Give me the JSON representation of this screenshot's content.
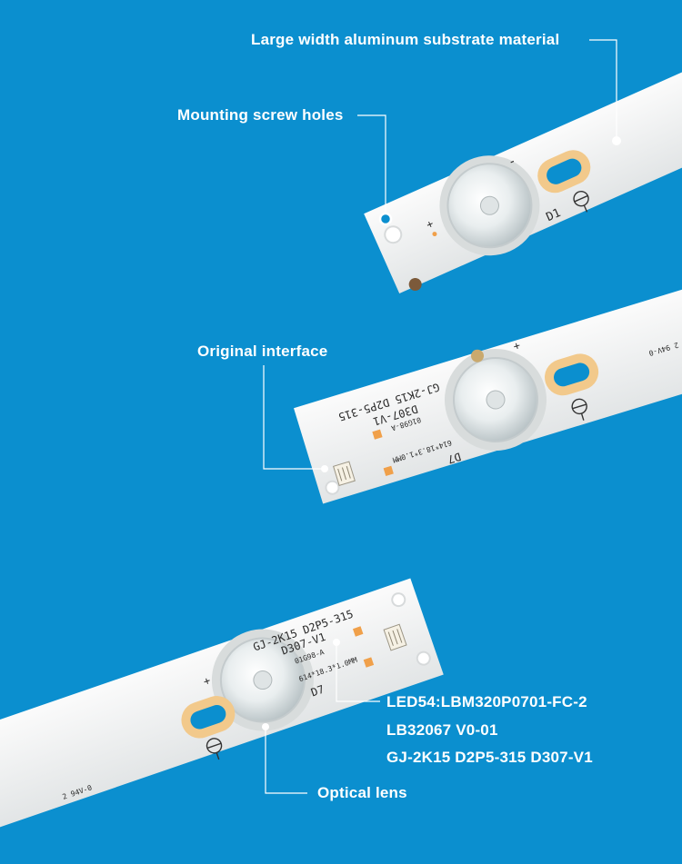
{
  "colors": {
    "background": "#0b8fcf",
    "strip": "#f4f5f5",
    "callout_line": "#ffffff",
    "solder_pad": "#f0a04a",
    "screw_hole": "#0b8fcf"
  },
  "callouts": {
    "substrate": "Large width aluminum substrate material",
    "screw_holes": "Mounting screw holes",
    "interface": "Original interface",
    "model_line1": "LED54:LBM320P0701-FC-2",
    "model_line2": "LB32067 V0-01",
    "model_line3": "GJ-2K15 D2P5-315 D307-V1",
    "lens": "Optical lens"
  },
  "strip_markings": {
    "strip1_led": "D1",
    "strip1_minus": "-",
    "strip1_plus": "+",
    "strip2_led": "D7",
    "strip2_model_a": "GJ-2K15 D2P5-315",
    "strip2_model_b": "D307-V1",
    "strip2_code": "01G98-A",
    "strip2_size": "614*18.3*1.0MM",
    "strip2_cert": "2 94V-0",
    "strip2_plus": "+",
    "strip3_led": "D7",
    "strip3_model_a": "GJ-2K15 D2P5-315",
    "strip3_model_b": "D307-V1",
    "strip3_code": "01G98-A",
    "strip3_size": "614*18.3*1.0MM",
    "strip3_cert": "2 94V-0",
    "strip3_plus": "+"
  }
}
